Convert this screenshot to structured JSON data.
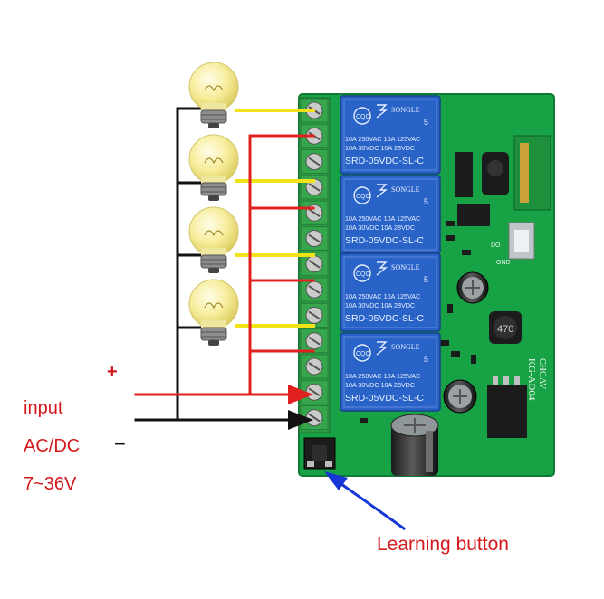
{
  "labels": {
    "plus": "+",
    "input": "input",
    "acdc": "AC/DC",
    "minus": "−",
    "voltage": "7~36V",
    "learning_button": "Learning button"
  },
  "relay": {
    "brand": "SONGLE",
    "model": "SRD-05VDC-SL-C",
    "rating_line1": "10A 250VAC 10A 125VAC",
    "rating_line2": "10A 30VDC 10A 28VDC",
    "cert_mark": "CQC",
    "ul_number": "5",
    "count": 4
  },
  "board": {
    "silkscreen": "KG-AD04",
    "silkscreen2": "CHGAV",
    "inductor_marking": "470",
    "pin_do": "DO",
    "pin_gnd": "GND"
  },
  "lamps": {
    "count": 4,
    "icon": "light-bulb-icon"
  },
  "colors": {
    "board": "#17a246",
    "board_dark": "#0f7a33",
    "relay": "#2a63c8",
    "terminal": "#2e9a45",
    "positive_wire": "#e0201f",
    "negative_wire": "#111111",
    "lamp_wire": "#f2e21a",
    "pointer_arrow": "#1736d6",
    "label_red": "#d4181b"
  }
}
